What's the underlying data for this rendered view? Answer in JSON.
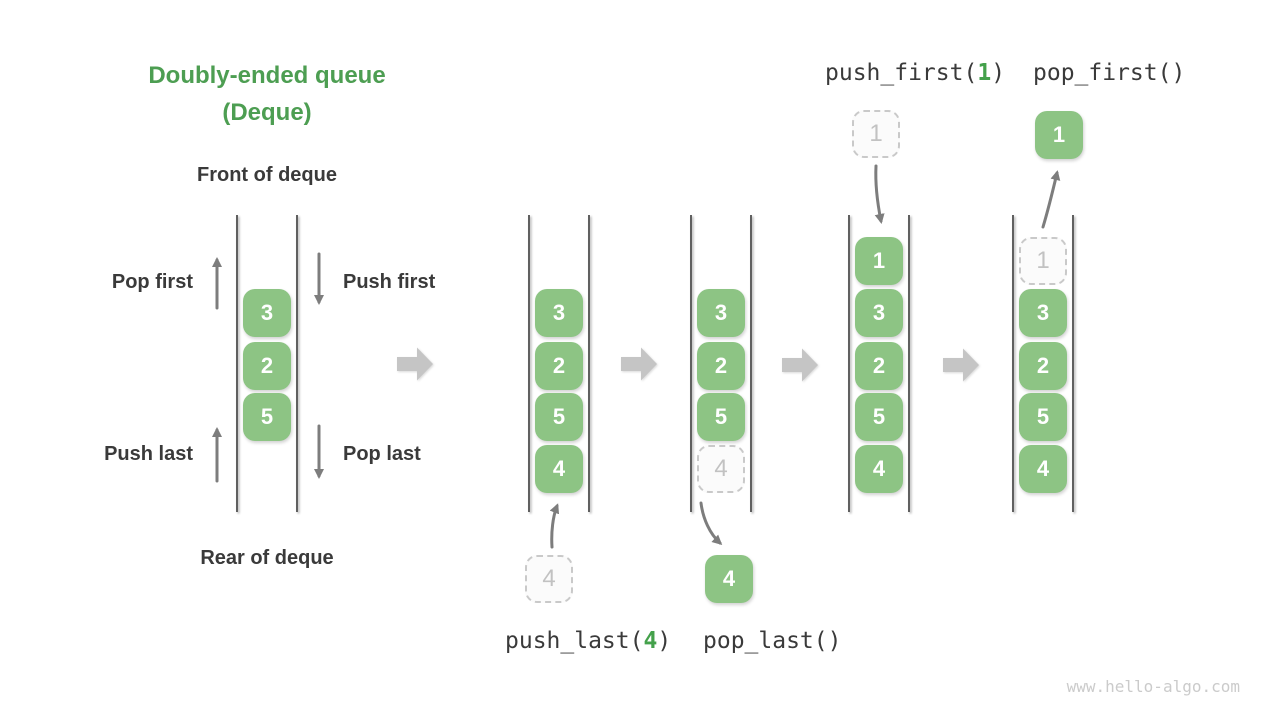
{
  "title": {
    "line1": "Doubly-ended queue",
    "line2": "(Deque)"
  },
  "deque_labels": {
    "front": "Front of deque",
    "rear": "Rear of deque",
    "pop_first": "Pop first",
    "push_first": "Push first",
    "push_last": "Push last",
    "pop_last": "Pop last"
  },
  "operations": {
    "push_last_prefix": "push_last(",
    "push_last_arg": "4",
    "push_last_suffix": ")",
    "pop_last": "pop_last()",
    "push_first_prefix": "push_first(",
    "push_first_arg": "1",
    "push_first_suffix": ")",
    "pop_first": "pop_first()"
  },
  "queues": [
    {
      "name": "deque-initial",
      "cells": [
        {
          "value": "3",
          "state": "solid"
        },
        {
          "value": "2",
          "state": "solid"
        },
        {
          "value": "5",
          "state": "solid"
        }
      ]
    },
    {
      "name": "deque-after-push-last",
      "cells": [
        {
          "value": "3",
          "state": "solid"
        },
        {
          "value": "2",
          "state": "solid"
        },
        {
          "value": "5",
          "state": "solid"
        },
        {
          "value": "4",
          "state": "solid"
        }
      ]
    },
    {
      "name": "deque-after-pop-last",
      "cells": [
        {
          "value": "3",
          "state": "solid"
        },
        {
          "value": "2",
          "state": "solid"
        },
        {
          "value": "5",
          "state": "solid"
        },
        {
          "value": "4",
          "state": "dashed"
        }
      ]
    },
    {
      "name": "deque-after-push-first",
      "cells": [
        {
          "value": "1",
          "state": "solid"
        },
        {
          "value": "3",
          "state": "solid"
        },
        {
          "value": "2",
          "state": "solid"
        },
        {
          "value": "5",
          "state": "solid"
        },
        {
          "value": "4",
          "state": "solid"
        }
      ]
    },
    {
      "name": "deque-after-pop-first",
      "cells": [
        {
          "value": "1",
          "state": "dashed"
        },
        {
          "value": "3",
          "state": "solid"
        },
        {
          "value": "2",
          "state": "solid"
        },
        {
          "value": "5",
          "state": "solid"
        },
        {
          "value": "4",
          "state": "solid"
        }
      ]
    }
  ],
  "floating_cells": {
    "push_last_source": {
      "value": "4",
      "state": "dashed"
    },
    "pop_last_result": {
      "value": "4",
      "state": "solid"
    },
    "push_first_source": {
      "value": "1",
      "state": "dashed"
    },
    "pop_first_result": {
      "value": "1",
      "state": "solid"
    }
  },
  "watermark": "www.hello-algo.com",
  "colors": {
    "title_green": "#4d9e52",
    "code_green": "#44a14b",
    "cell_green": "#8dc484",
    "label_dark": "#3a3a3a",
    "arrow_gray": "#7d7d7d",
    "step_arrow_gray": "#c5c5c5",
    "dashed_border": "#c9c9c9",
    "watermark_gray": "#cbcbcb"
  }
}
